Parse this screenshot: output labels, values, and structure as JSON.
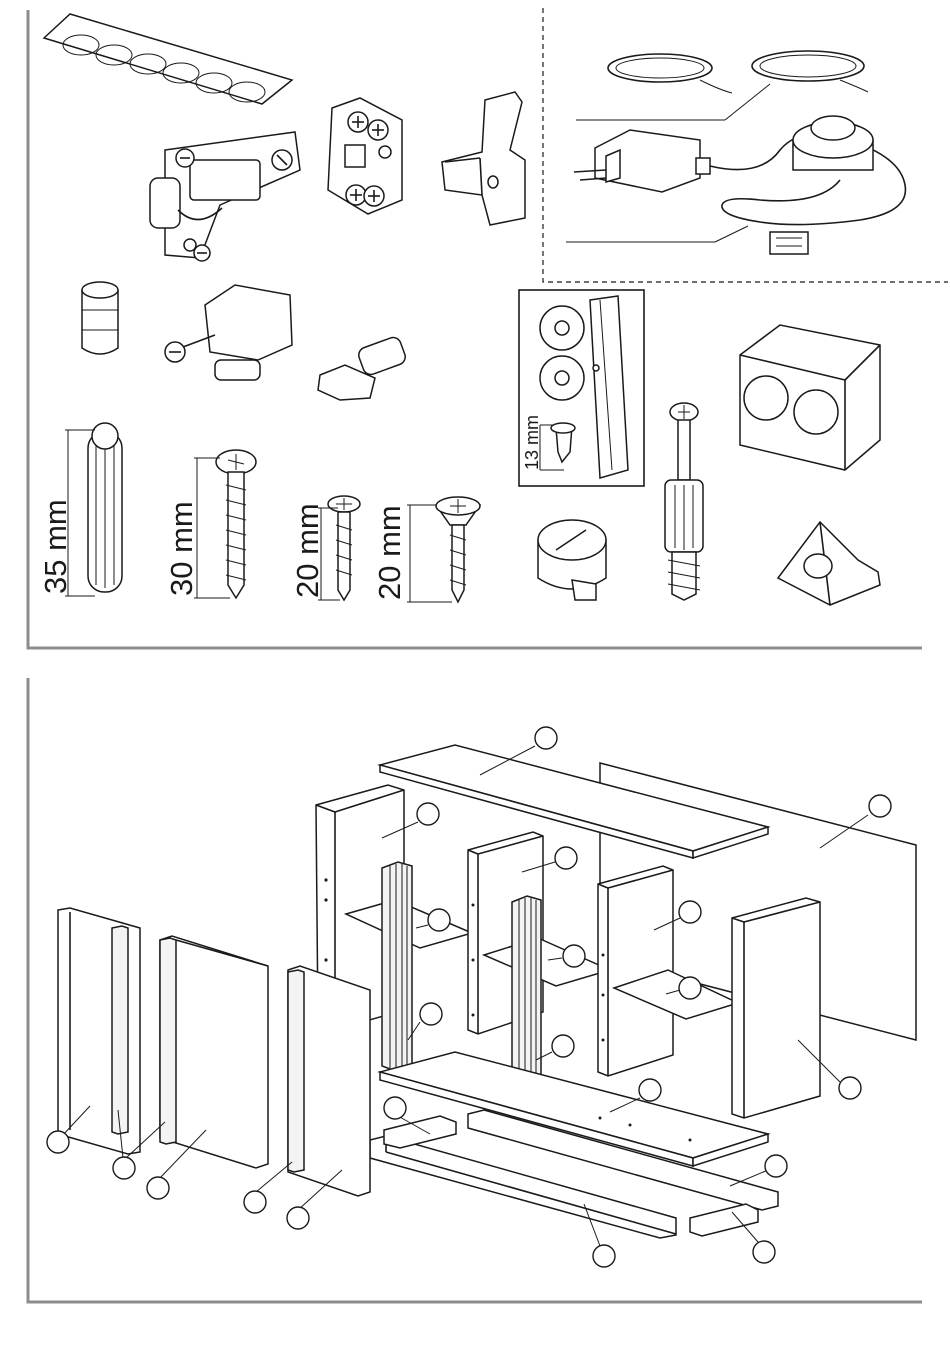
{
  "hardware_labels": {
    "dowel_length": "35 mm",
    "screw_30_length": "30 mm",
    "screw_20a_length": "20 mm",
    "screw_20b_length": "20 mm",
    "clip_screw_length": "13 mm"
  }
}
